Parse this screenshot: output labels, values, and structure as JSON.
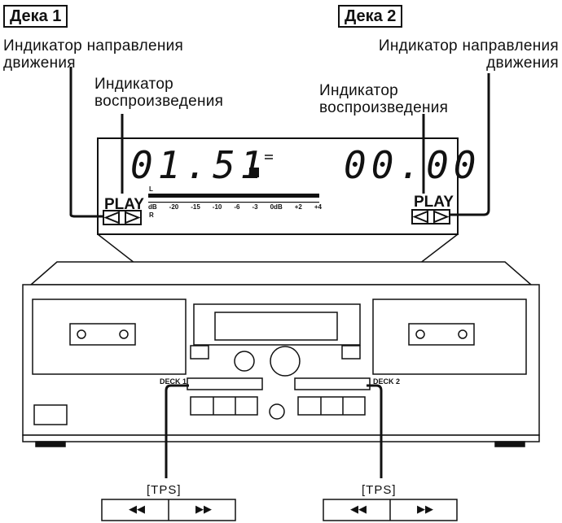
{
  "deck1": {
    "title": "Дека 1",
    "direction_label": [
      "Индикатор направления",
      "движения"
    ],
    "play_label": [
      "Индикатор",
      "воспроизведения"
    ]
  },
  "deck2": {
    "title": "Дека 2",
    "direction_label": [
      "Индикатор направления",
      "движения"
    ],
    "play_label": [
      "Индикатор",
      "воспроизведения"
    ]
  },
  "display": {
    "time_left": "01.51",
    "time_right": "00.00",
    "play_left": "PLAY",
    "play_right": "PLAY",
    "meter_scale": [
      "dB",
      "-20",
      "-15",
      "-10",
      "-6",
      "-3",
      "0dB",
      "+2",
      "+4"
    ],
    "channel_l": "L",
    "channel_r": "R"
  },
  "front_panel": {
    "deck1_label": "DECK 1",
    "deck2_label": "DECK 2"
  },
  "tps": {
    "left": "[TPS]",
    "right": "[TPS]",
    "rewind_symbol": "◀◀",
    "forward_symbol": "▶▶"
  },
  "icons": [
    "direction-arrows-icon",
    "rewind-icon",
    "fast-forward-icon"
  ]
}
